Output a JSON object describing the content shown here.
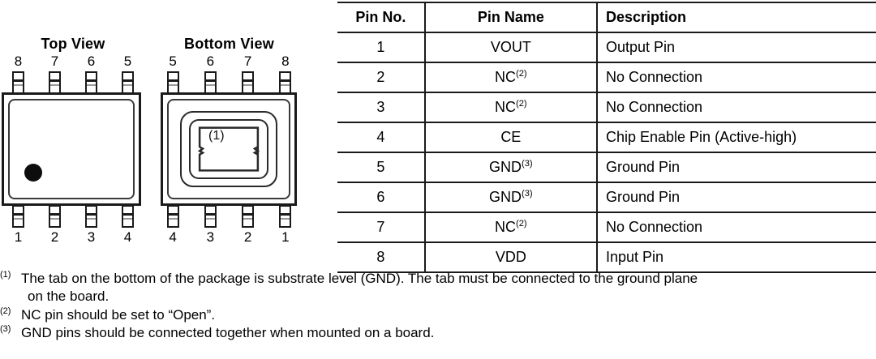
{
  "figures": {
    "top_view": {
      "title": "Top View",
      "top_pins": [
        "8",
        "7",
        "6",
        "5"
      ],
      "bottom_pins": [
        "1",
        "2",
        "3",
        "4"
      ],
      "marker": "pin-1-dot"
    },
    "bottom_view": {
      "title": "Bottom View",
      "top_pins": [
        "5",
        "6",
        "7",
        "8"
      ],
      "bottom_pins": [
        "4",
        "3",
        "2",
        "1"
      ],
      "pad_note": "(1)"
    }
  },
  "table": {
    "headers": [
      "Pin No.",
      "Pin Name",
      "Description"
    ],
    "rows": [
      {
        "no": "1",
        "name": "VOUT",
        "note": "",
        "desc": "Output Pin"
      },
      {
        "no": "2",
        "name": "NC",
        "note": "(2)",
        "desc": "No Connection"
      },
      {
        "no": "3",
        "name": "NC",
        "note": "(2)",
        "desc": "No Connection"
      },
      {
        "no": "4",
        "name": "CE",
        "note": "",
        "desc": "Chip Enable Pin (Active-high)"
      },
      {
        "no": "5",
        "name": "GND",
        "note": "(3)",
        "desc": "Ground Pin"
      },
      {
        "no": "6",
        "name": "GND",
        "note": "(3)",
        "desc": "Ground Pin"
      },
      {
        "no": "7",
        "name": "NC",
        "note": "(2)",
        "desc": "No Connection"
      },
      {
        "no": "8",
        "name": "VDD",
        "note": "",
        "desc": "Input Pin"
      }
    ]
  },
  "footnotes": [
    {
      "marker": "(1)",
      "text": "The tab on the bottom of the package is substrate level (GND). The tab must be connected to the ground plane",
      "continuation": "on the board."
    },
    {
      "marker": "(2)",
      "text": "NC pin should be set to “Open”.",
      "continuation": ""
    },
    {
      "marker": "(3)",
      "text": "GND pins should be connected together when mounted on a board.",
      "continuation": ""
    }
  ],
  "colors": {
    "line": "#1a1a1a",
    "text": "#000000",
    "background": "#ffffff"
  }
}
